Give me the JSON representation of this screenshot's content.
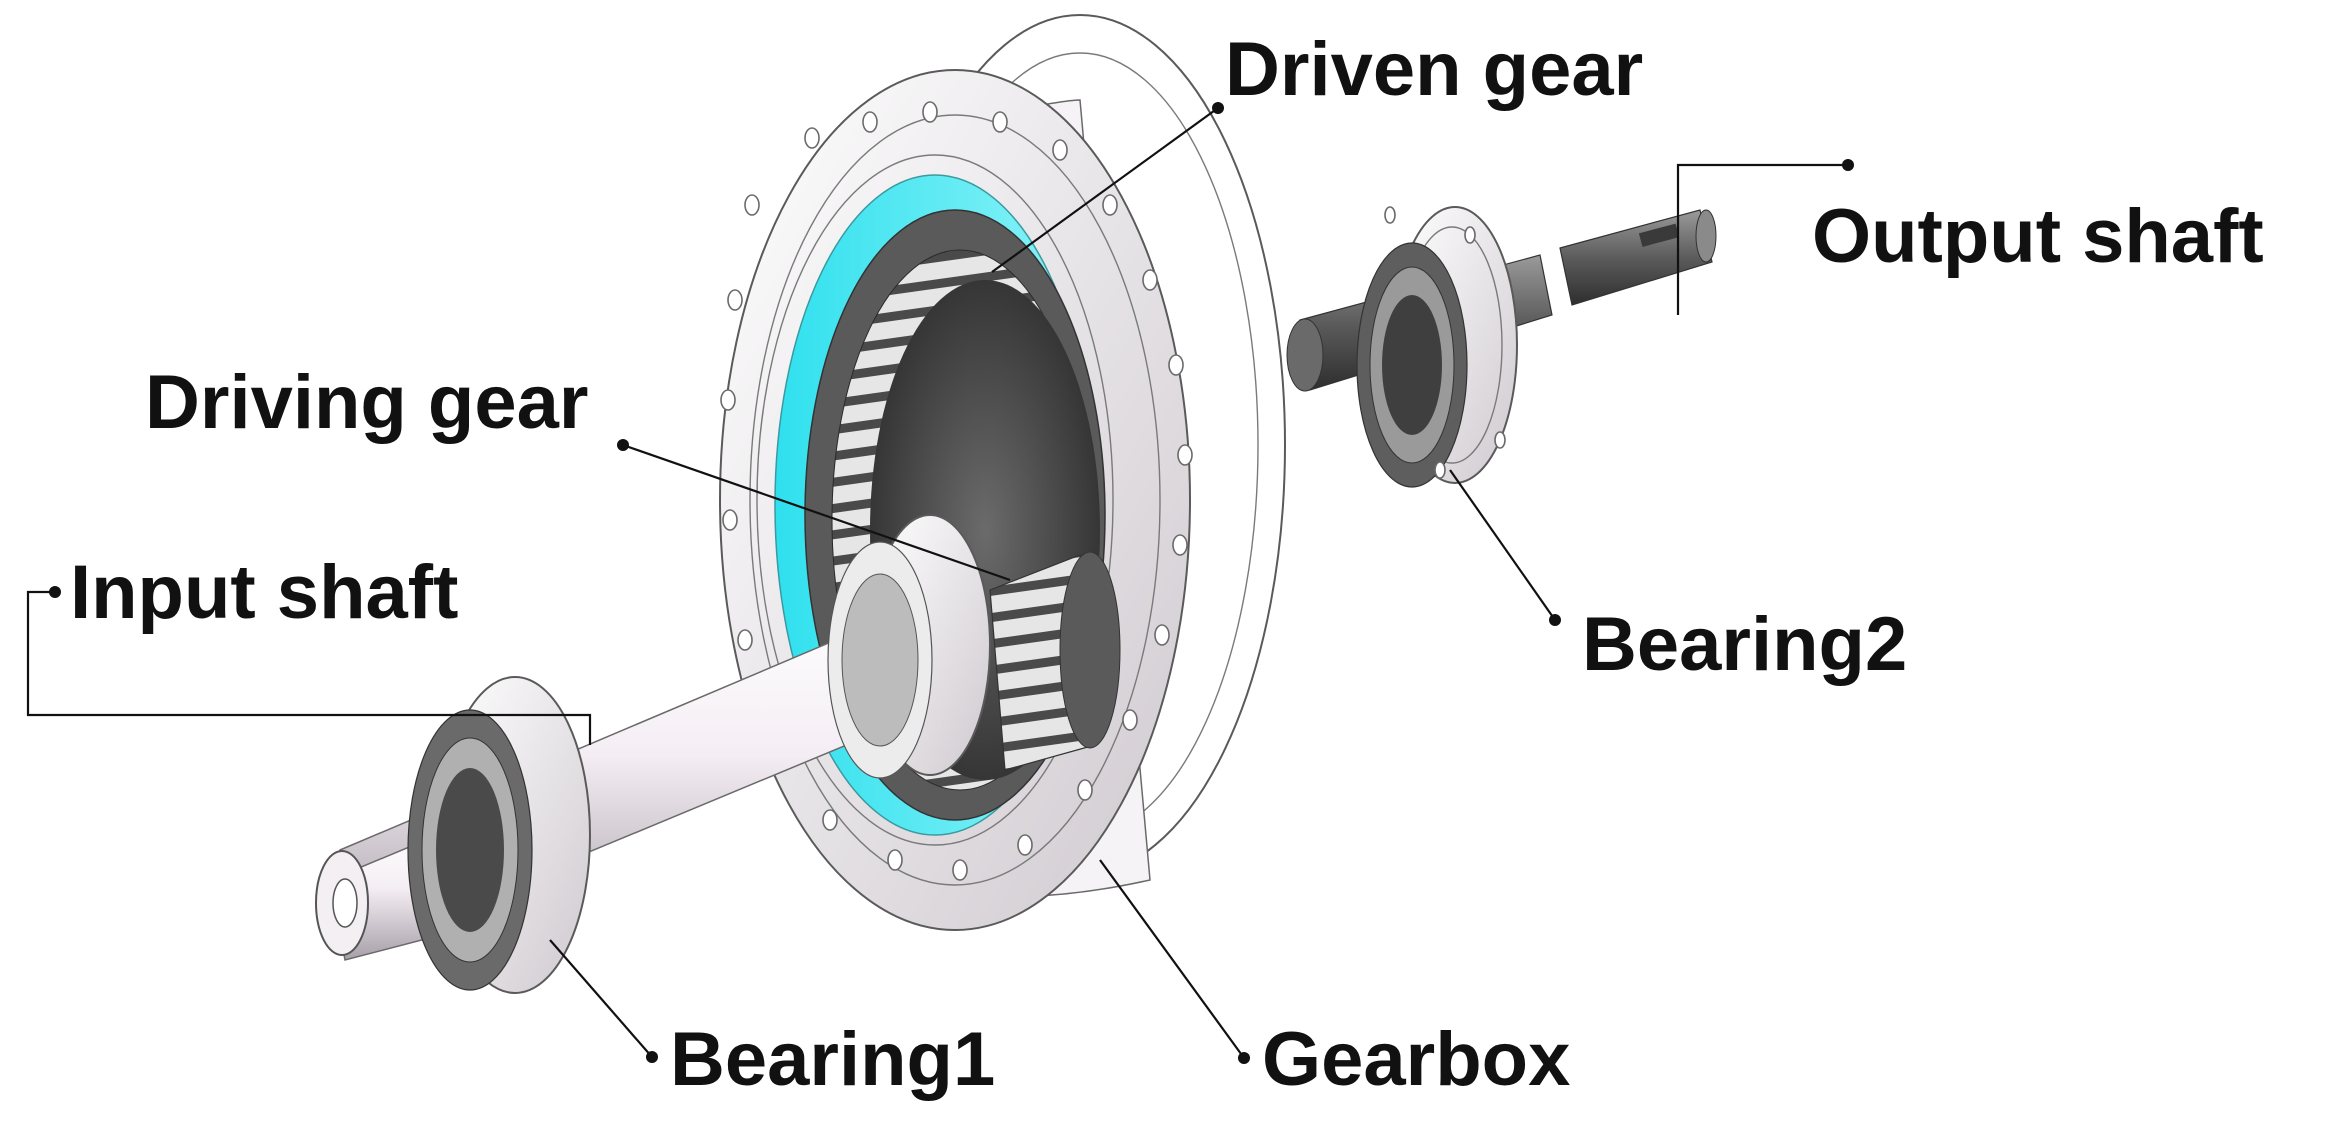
{
  "labels": {
    "driven_gear": "Driven gear",
    "output_shaft": "Output shaft",
    "driving_gear": "Driving gear",
    "input_shaft": "Input shaft",
    "bearing_2": "Bearing2",
    "bearing_1": "Bearing1",
    "gearbox": "Gearbox"
  },
  "colors": {
    "gearbox_inner_ring": "#33e6f0",
    "gear_dark": "#3a3a3a",
    "metal_light": "#f2eef2",
    "metal_mid": "#b9b3b9",
    "callout_text": "#111111"
  }
}
